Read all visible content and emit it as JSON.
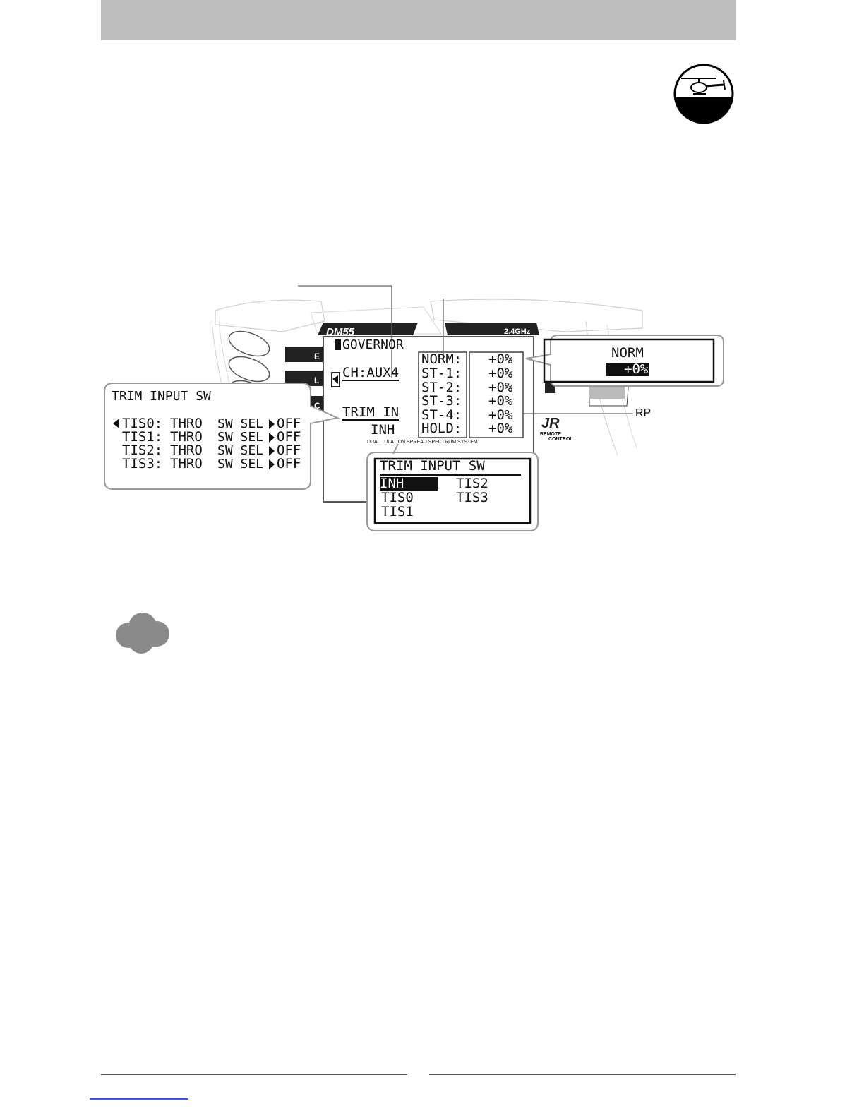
{
  "icons": {
    "mode": "helicopter-icon",
    "note": "cloud-note-icon"
  },
  "colors": {
    "header": "#bdbdbd",
    "lcd_ink": "#111111",
    "link_underline": "#3a55d9"
  },
  "transmitter": {
    "brand_left": "DM55",
    "brand_right": "2.4GHz",
    "side_keys": [
      "E",
      "L",
      "C"
    ],
    "footer_banner": "DUAL   ULATION SPREAD SPECTRUM SYSTEM",
    "logo": "JR",
    "logo_sub_1": "REMOTE",
    "logo_sub_2": "CONTROL"
  },
  "governor_screen": {
    "title": "GOVERNOR",
    "channel": "CH:AUX4",
    "trim_label": "TRIM IN",
    "trim_value": "INH",
    "rows": [
      {
        "label": "NORM:",
        "value": "+0%"
      },
      {
        "label": "ST-1:",
        "value": "+0%"
      },
      {
        "label": "ST-2:",
        "value": "+0%"
      },
      {
        "label": "ST-3:",
        "value": "+0%"
      },
      {
        "label": "ST-4:",
        "value": "+0%"
      },
      {
        "label": "HOLD:",
        "value": "+0%"
      }
    ]
  },
  "norm_popup": {
    "title": "NORM",
    "value": "+0%"
  },
  "trim_input_popup": {
    "title": "TRIM INPUT SW",
    "rows": [
      {
        "name": "TIS0:",
        "src": "THRO",
        "sw": "SW SEL",
        "state": "OFF"
      },
      {
        "name": "TIS1:",
        "src": "THRO",
        "sw": "SW SEL",
        "state": "OFF"
      },
      {
        "name": "TIS2:",
        "src": "THRO",
        "sw": "SW SEL",
        "state": "OFF"
      },
      {
        "name": "TIS3:",
        "src": "THRO",
        "sw": "SW SEL",
        "state": "OFF"
      }
    ]
  },
  "trim_select_popup": {
    "title": "TRIM INPUT SW",
    "options": [
      "INH",
      "TIS2",
      "TIS0",
      "TIS3",
      "TIS1"
    ],
    "selected": "INH"
  },
  "callout": {
    "rp_label": "RP"
  }
}
